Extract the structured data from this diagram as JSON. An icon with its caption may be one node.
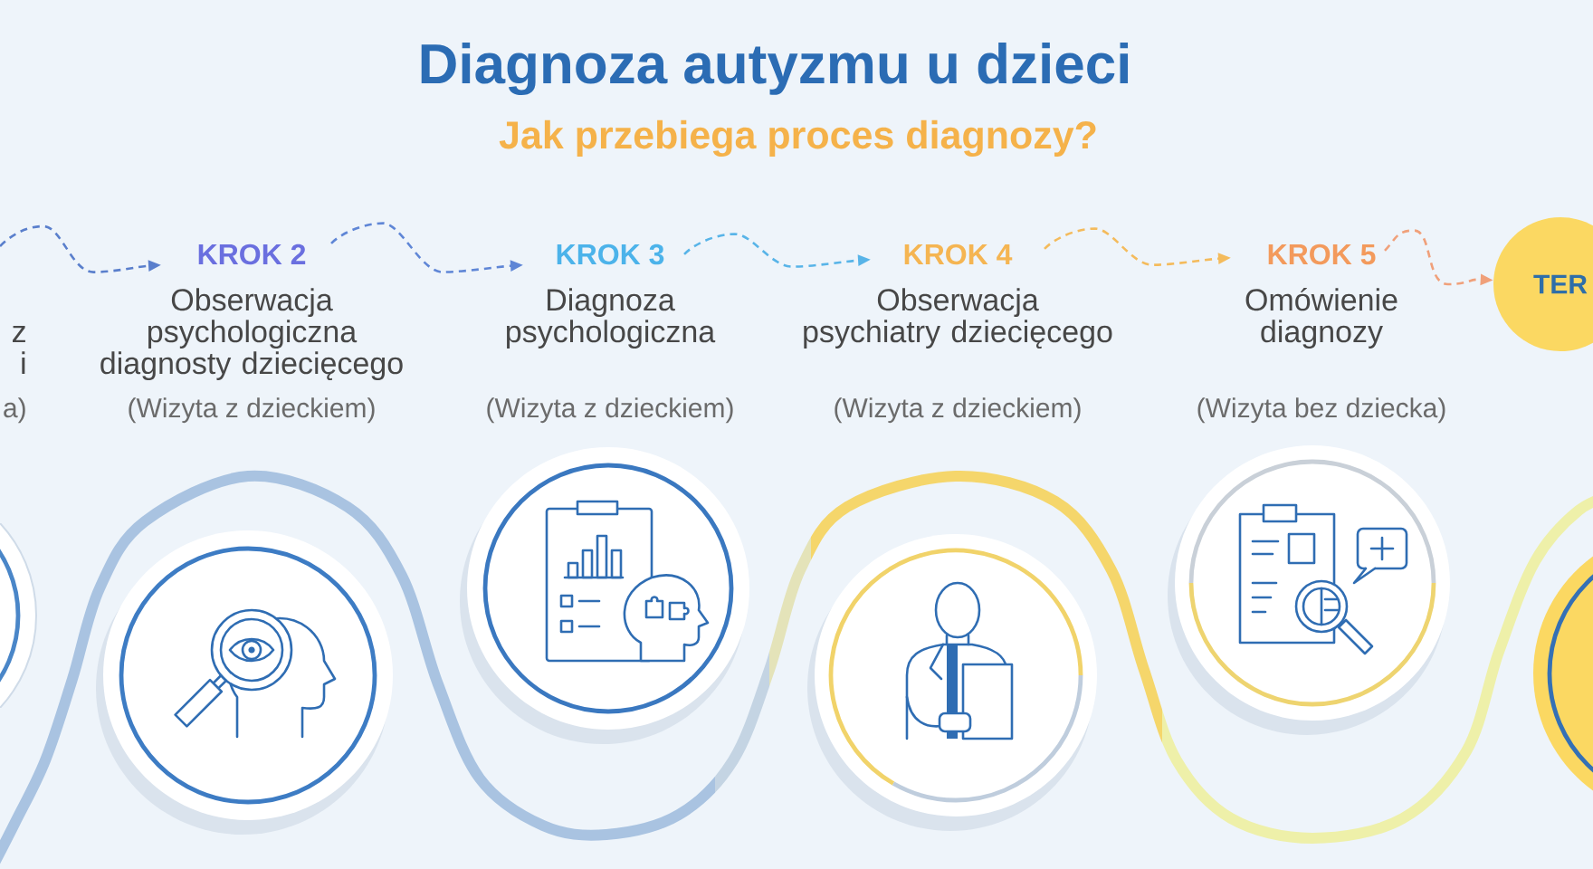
{
  "diagram": {
    "title": "Diagnoza autyzmu u dzieci",
    "nodes": [
      {
        "text": [
          "z i",
          "a)"
        ]
      },
      {
        "text": [],
        "shape": "circle"
      },
      {
        "text": [
          "KROK 2",
          "Obserwacja psychologiczna diagnosty dziecięcego",
          "(Wizyta z dzieckiem)"
        ]
      },
      {
        "text": [],
        "shape": "circle"
      },
      {
        "text": [
          "KROK 3",
          "Diagnoza psychologiczna",
          "(Wizyta z dzieckiem)"
        ]
      },
      {
        "text": [],
        "shape": "circle"
      },
      {
        "text": [
          "KROK 4",
          "Obserwacja psychiatry dziecięcego",
          "(Wizyta z dzieckiem)"
        ]
      },
      {
        "text": [],
        "shape": "circle"
      },
      {
        "text": [
          "KROK 5",
          "Omówienie diagnozy",
          "(Wizyta bez dziecka)"
        ]
      },
      {
        "text": [],
        "shape": "circle"
      },
      {
        "text": [
          "TER"
        ]
      },
      {
        "text": [],
        "shape": "circle"
      }
    ],
    "edges": [
      {
        "from": null,
        "to": 2,
        "arrow": "to",
        "style": "dashed",
        "color": "#5a7fcc"
      },
      {
        "from": 2,
        "to": 4,
        "arrow": "to",
        "style": "dashed",
        "color": "#5f86d6"
      },
      {
        "from": 4,
        "to": 6,
        "arrow": "to",
        "style": "dashed",
        "color": "#58b4e8"
      },
      {
        "from": 6,
        "to": 8,
        "arrow": "to",
        "style": "dashed",
        "color": "#f4bb5c"
      },
      {
        "from": 8,
        "to": 10,
        "arrow": "to",
        "style": "dashed",
        "color": "#f0a07a"
      }
    ],
    "labels": [
      "Jak przebiega proces diagnozy?"
    ]
  }
}
